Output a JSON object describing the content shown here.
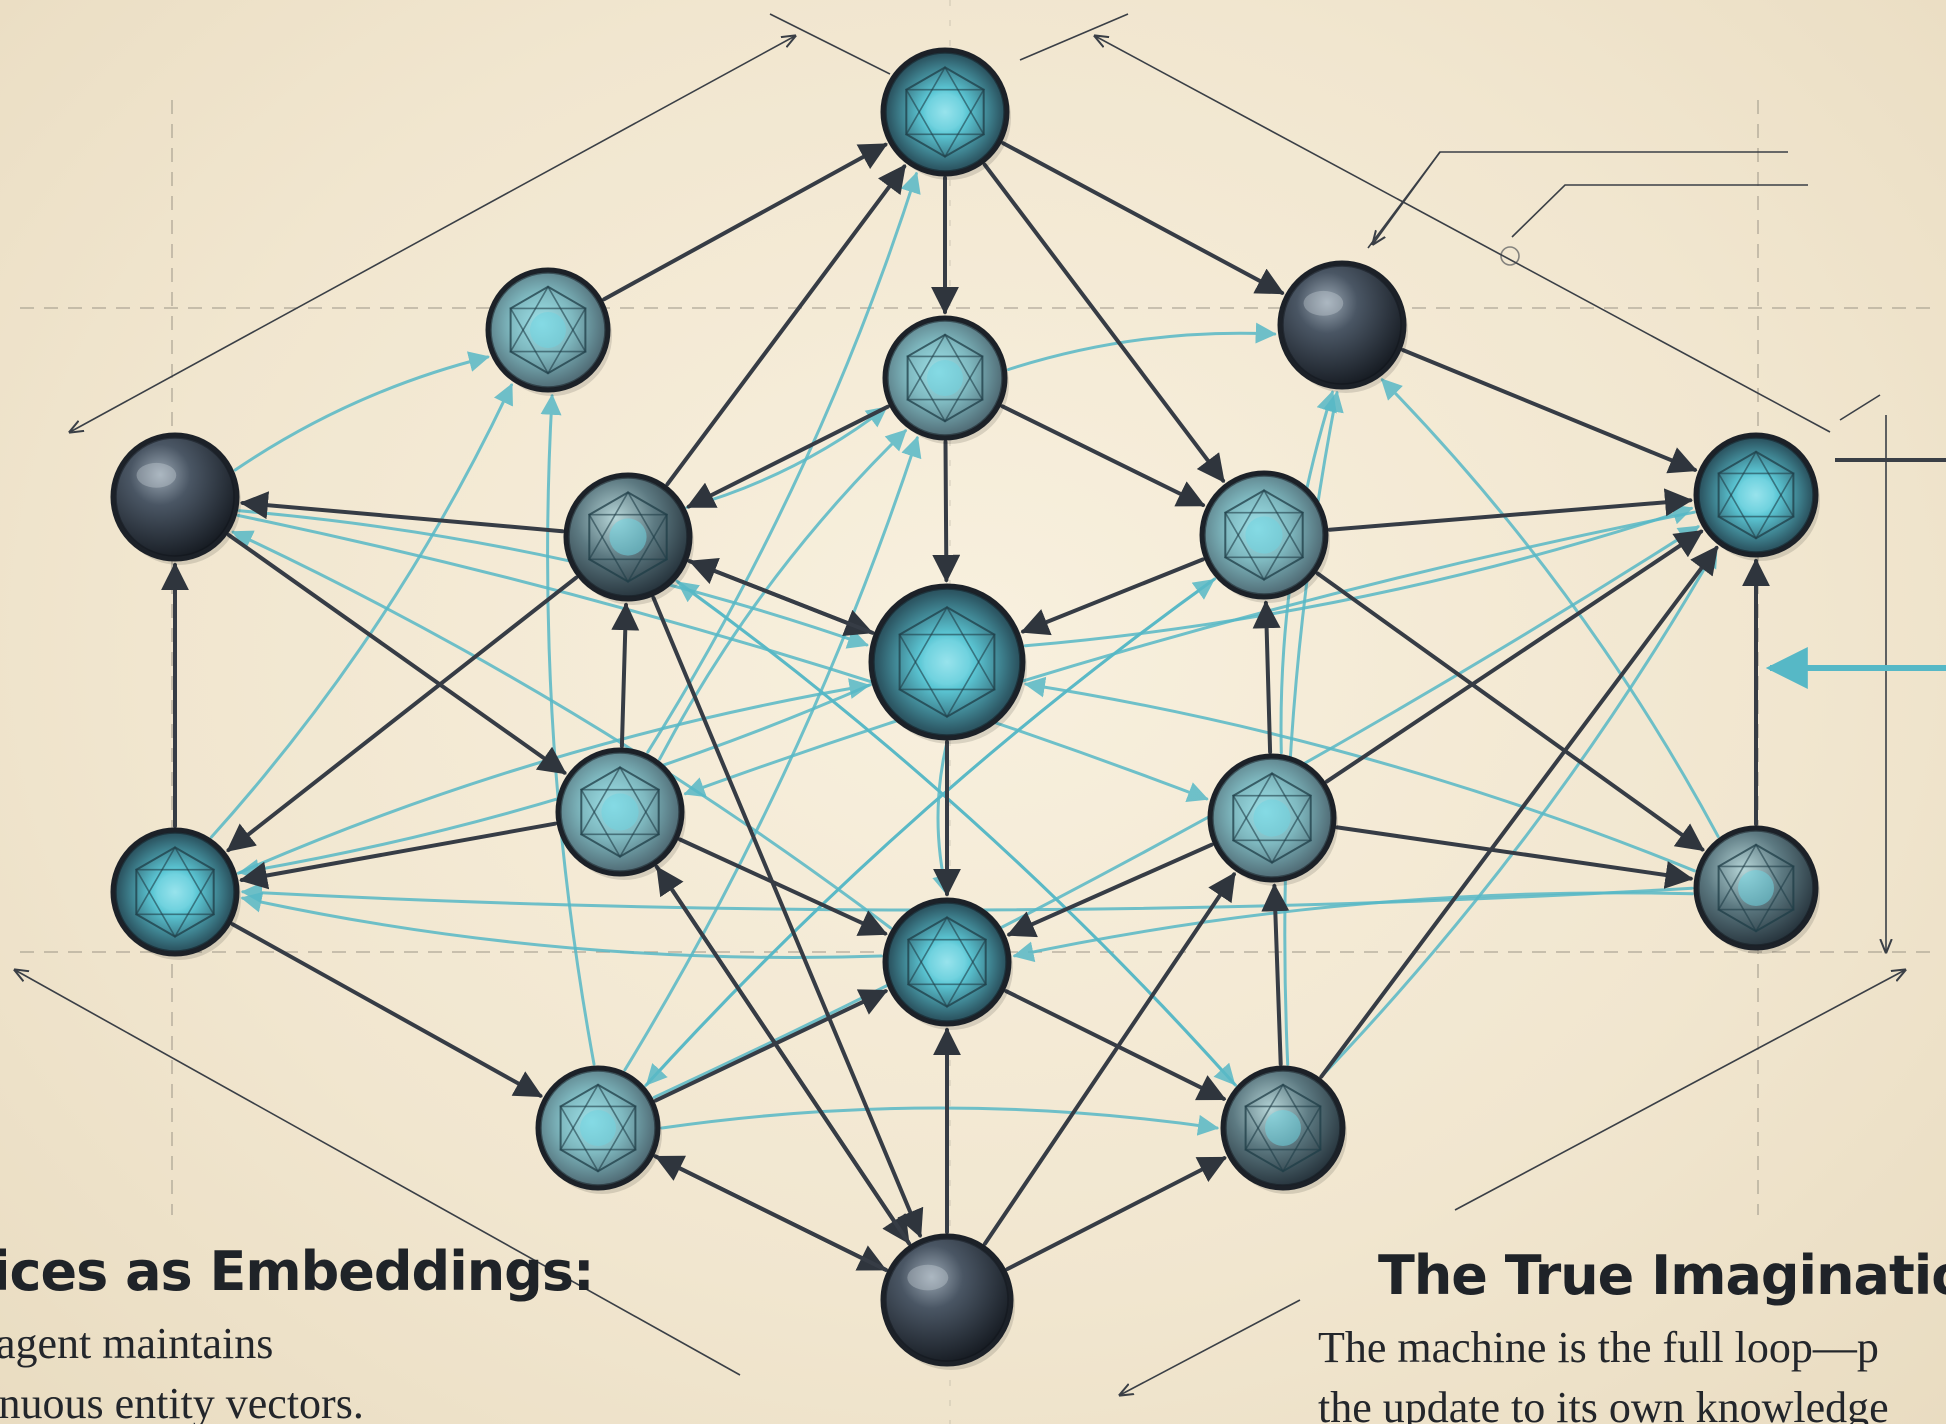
{
  "colors": {
    "paper": "#f3e9d4",
    "ink": "#2a2f36",
    "cyan": "#56b8c6",
    "node_dark": "#2b3440",
    "node_glow": "#6fd3e0"
  },
  "captions": {
    "left": {
      "title": "ices as Embeddings:",
      "line1": "agent maintains",
      "line2": "tinuous entity vectors."
    },
    "right": {
      "title": "The True Imagination M",
      "line1": "The machine is the full loop—p",
      "line2": "the update to its own knowledge"
    }
  },
  "nodes": [
    {
      "id": "n-top",
      "style": "glow"
    },
    {
      "id": "n-ul",
      "style": "light"
    },
    {
      "id": "n-uc",
      "style": "light"
    },
    {
      "id": "n-ur",
      "style": "dark"
    },
    {
      "id": "n-l1",
      "style": "dark"
    },
    {
      "id": "n-il",
      "style": "mid"
    },
    {
      "id": "n-ir",
      "style": "light"
    },
    {
      "id": "n-r1",
      "style": "glow"
    },
    {
      "id": "n-center",
      "style": "glow"
    },
    {
      "id": "n-l2",
      "style": "glow"
    },
    {
      "id": "n-ll",
      "style": "light"
    },
    {
      "id": "n-lr",
      "style": "light"
    },
    {
      "id": "n-r2",
      "style": "mid"
    },
    {
      "id": "n-lc",
      "style": "glow"
    },
    {
      "id": "n-bl",
      "style": "light"
    },
    {
      "id": "n-br",
      "style": "mid"
    },
    {
      "id": "n-bottom",
      "style": "dark"
    }
  ],
  "edges_dark": [
    [
      "n-ul",
      "n-top"
    ],
    [
      "n-top",
      "n-uc"
    ],
    [
      "n-top",
      "n-ur"
    ],
    [
      "n-top",
      "n-ir"
    ],
    [
      "n-il",
      "n-top"
    ],
    [
      "n-il",
      "n-l1"
    ],
    [
      "n-ur",
      "n-r1"
    ],
    [
      "n-ir",
      "n-r1"
    ],
    [
      "n-uc",
      "n-center"
    ],
    [
      "n-uc",
      "n-il"
    ],
    [
      "n-uc",
      "n-ir"
    ],
    [
      "n-il",
      "n-center"
    ],
    [
      "n-center",
      "n-il"
    ],
    [
      "n-ir",
      "n-center"
    ],
    [
      "n-l2",
      "n-l1"
    ],
    [
      "n-r2",
      "n-r1"
    ],
    [
      "n-l1",
      "n-ll"
    ],
    [
      "n-il",
      "n-l2"
    ],
    [
      "n-ll",
      "n-il"
    ],
    [
      "n-ir",
      "n-r2"
    ],
    [
      "n-lr",
      "n-r1"
    ],
    [
      "n-lr",
      "n-ir"
    ],
    [
      "n-center",
      "n-lc"
    ],
    [
      "n-ll",
      "n-lc"
    ],
    [
      "n-lr",
      "n-lc"
    ],
    [
      "n-ll",
      "n-l2"
    ],
    [
      "n-lr",
      "n-r2"
    ],
    [
      "n-l2",
      "n-bl"
    ],
    [
      "n-bl",
      "n-lc"
    ],
    [
      "n-lc",
      "n-br"
    ],
    [
      "n-br",
      "n-lr"
    ],
    [
      "n-ll",
      "n-bottom"
    ],
    [
      "n-bottom",
      "n-ll"
    ],
    [
      "n-bottom",
      "n-lc"
    ],
    [
      "n-bottom",
      "n-lr"
    ],
    [
      "n-bl",
      "n-bottom"
    ],
    [
      "n-bottom",
      "n-bl"
    ],
    [
      "n-bottom",
      "n-br"
    ],
    [
      "n-br",
      "n-r1"
    ],
    [
      "n-il",
      "n-bottom"
    ]
  ],
  "edges_cyan": [
    [
      "n-l1",
      "n-ul"
    ],
    [
      "n-ll",
      "n-top"
    ],
    [
      "n-uc",
      "n-ur"
    ],
    [
      "n-il",
      "n-uc"
    ],
    [
      "n-l1",
      "n-center"
    ],
    [
      "n-l2",
      "n-ul"
    ],
    [
      "n-ll",
      "n-uc"
    ],
    [
      "n-r2",
      "n-ur"
    ],
    [
      "n-lr",
      "n-ur"
    ],
    [
      "n-center",
      "n-r1"
    ],
    [
      "n-center",
      "n-l2"
    ],
    [
      "n-center",
      "n-lc"
    ],
    [
      "n-l2",
      "n-center"
    ],
    [
      "n-r2",
      "n-center"
    ],
    [
      "n-bl",
      "n-ul"
    ],
    [
      "n-bl",
      "n-uc"
    ],
    [
      "n-br",
      "n-ur"
    ],
    [
      "n-br",
      "n-r1"
    ],
    [
      "n-lc",
      "n-l2"
    ],
    [
      "n-r2",
      "n-lc"
    ],
    [
      "n-bl",
      "n-ir"
    ],
    [
      "n-br",
      "n-il"
    ],
    [
      "n-l1",
      "n-lr"
    ],
    [
      "n-r1",
      "n-ll"
    ],
    [
      "n-bl",
      "n-br"
    ],
    [
      "n-lc",
      "n-l1"
    ],
    [
      "n-r2",
      "n-l2"
    ],
    [
      "n-bl",
      "n-r1"
    ],
    [
      "n-il",
      "n-br"
    ],
    [
      "n-ir",
      "n-bl"
    ]
  ]
}
